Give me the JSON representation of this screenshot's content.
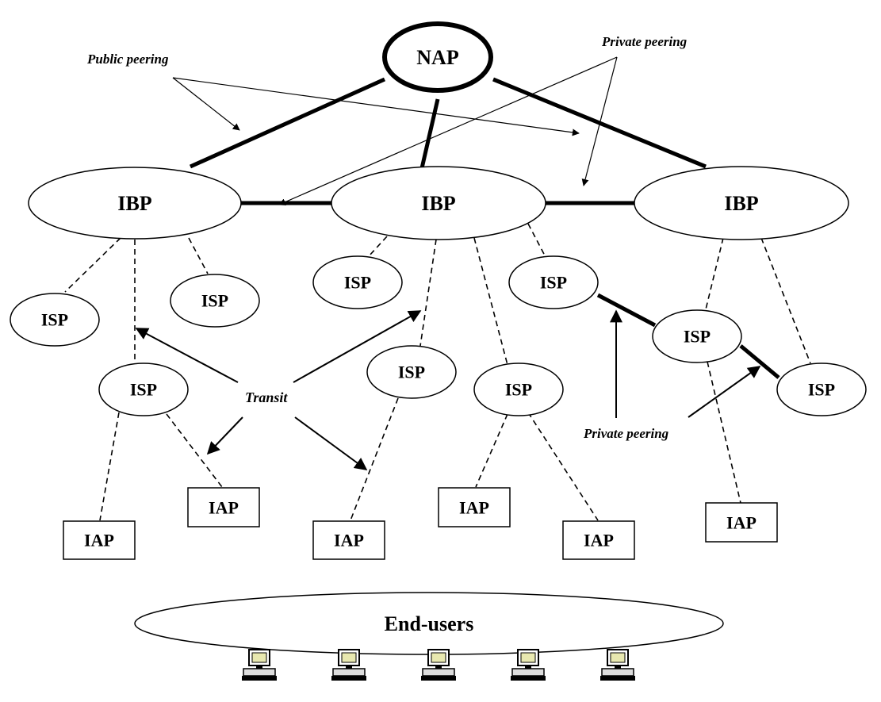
{
  "nap": {
    "label": "NAP"
  },
  "ibp": [
    {
      "label": "IBP"
    },
    {
      "label": "IBP"
    },
    {
      "label": "IBP"
    }
  ],
  "isp": [
    {
      "label": "ISP"
    },
    {
      "label": "ISP"
    },
    {
      "label": "ISP"
    },
    {
      "label": "ISP"
    },
    {
      "label": "ISP"
    },
    {
      "label": "ISP"
    },
    {
      "label": "ISP"
    },
    {
      "label": "ISP"
    },
    {
      "label": "ISP"
    }
  ],
  "iap": [
    {
      "label": "IAP"
    },
    {
      "label": "IAP"
    },
    {
      "label": "IAP"
    },
    {
      "label": "IAP"
    },
    {
      "label": "IAP"
    },
    {
      "label": "IAP"
    }
  ],
  "end_users": {
    "label": "End-users",
    "computer_icon_count": 5
  },
  "annotations": {
    "public_peering": "Public peering",
    "private_peering_top": "Private peering",
    "transit": "Transit",
    "private_peering_bottom": "Private peering"
  }
}
